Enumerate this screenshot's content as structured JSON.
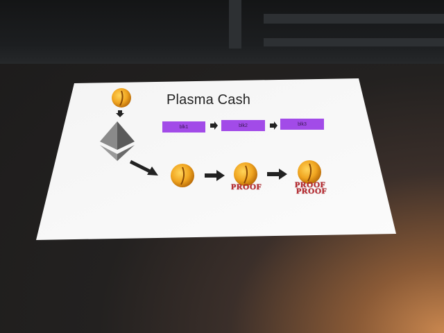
{
  "scene": {
    "description_icons": [
      "coin-icon",
      "ethereum-icon",
      "arrow-icon",
      "proof-stamp-icon"
    ]
  },
  "slide": {
    "title": "Plasma Cash",
    "blocks": [
      {
        "label": "blk1"
      },
      {
        "label": "blk2"
      },
      {
        "label": "blk3"
      }
    ],
    "proof_label": "PROOF",
    "proof_stack": [
      "PROOF",
      "PROOF"
    ],
    "colors": {
      "block_fill": "#a24be8",
      "coin_gold": "#f0a520",
      "proof_red": "#b8262c",
      "arrow": "#222222"
    }
  }
}
